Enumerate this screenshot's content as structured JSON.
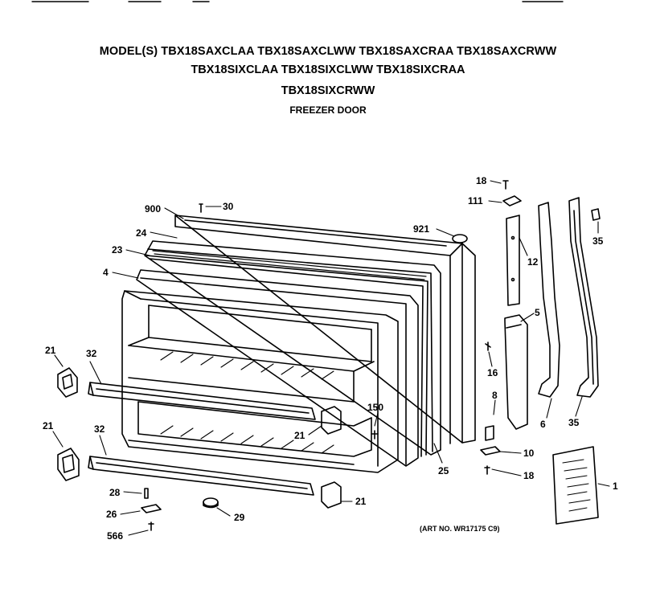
{
  "header": {
    "models_line1": "MODEL(S) TBX18SAXCLAA  TBX18SAXCLWW  TBX18SAXCRAA  TBX18SAXCRWW",
    "models_line2": "TBX18SIXCLAA  TBX18SIXCLWW  TBX18SIXCRAA",
    "models_line3": "TBX18SIXCRWW",
    "section_title": "FREEZER DOOR"
  },
  "art_number": "(ART NO. WR17175 C9)",
  "callouts": {
    "c900": "900",
    "c30": "30",
    "c24": "24",
    "c23": "23",
    "c4": "4",
    "c921": "921",
    "c18a": "18",
    "c111": "111",
    "c35a": "35",
    "c12": "12",
    "c5": "5",
    "c16": "16",
    "c8": "8",
    "c6": "6",
    "c35b": "35",
    "c21a": "21",
    "c32a": "32",
    "c150": "150",
    "c21b": "21",
    "c25": "25",
    "c21c": "21",
    "c32b": "32",
    "c10": "10",
    "c18b": "18",
    "c1": "1",
    "c28": "28",
    "c26": "26",
    "c566": "566",
    "c29": "29",
    "c21d": "21"
  }
}
